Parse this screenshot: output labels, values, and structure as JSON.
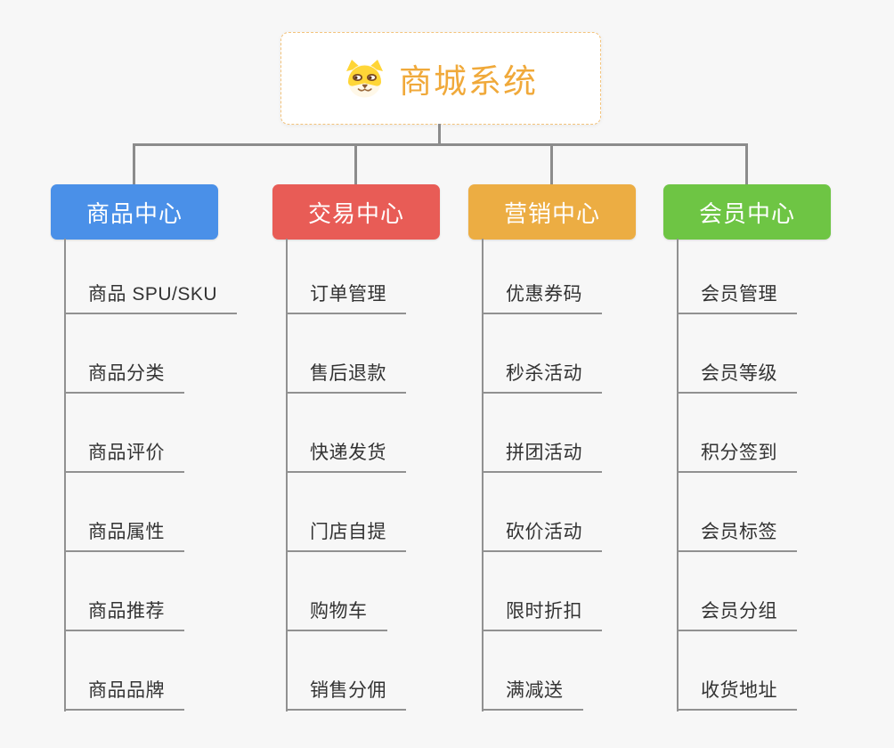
{
  "root": {
    "title": "商城系统",
    "icon": "shiba-dog-icon"
  },
  "branches": [
    {
      "label": "商品中心",
      "color": "#4a90e8",
      "items": [
        "商品 SPU/SKU",
        "商品分类",
        "商品评价",
        "商品属性",
        "商品推荐",
        "商品品牌"
      ]
    },
    {
      "label": "交易中心",
      "color": "#e85c56",
      "items": [
        "订单管理",
        "售后退款",
        "快递发货",
        "门店自提",
        "购物车",
        "销售分佣"
      ]
    },
    {
      "label": "营销中心",
      "color": "#ecad43",
      "items": [
        "优惠券码",
        "秒杀活动",
        "拼团活动",
        "砍价活动",
        "限时折扣",
        "满减送"
      ]
    },
    {
      "label": "会员中心",
      "color": "#6ec544",
      "items": [
        "会员管理",
        "会员等级",
        "积分签到",
        "会员标签",
        "会员分组",
        "收货地址"
      ]
    }
  ],
  "colors": {
    "background": "#f7f7f7",
    "root_title": "#f0a93a",
    "root_border": "#f3c37b",
    "connector": "#8c8c8c",
    "leaf_line": "#919191",
    "leaf_text": "#333333"
  }
}
